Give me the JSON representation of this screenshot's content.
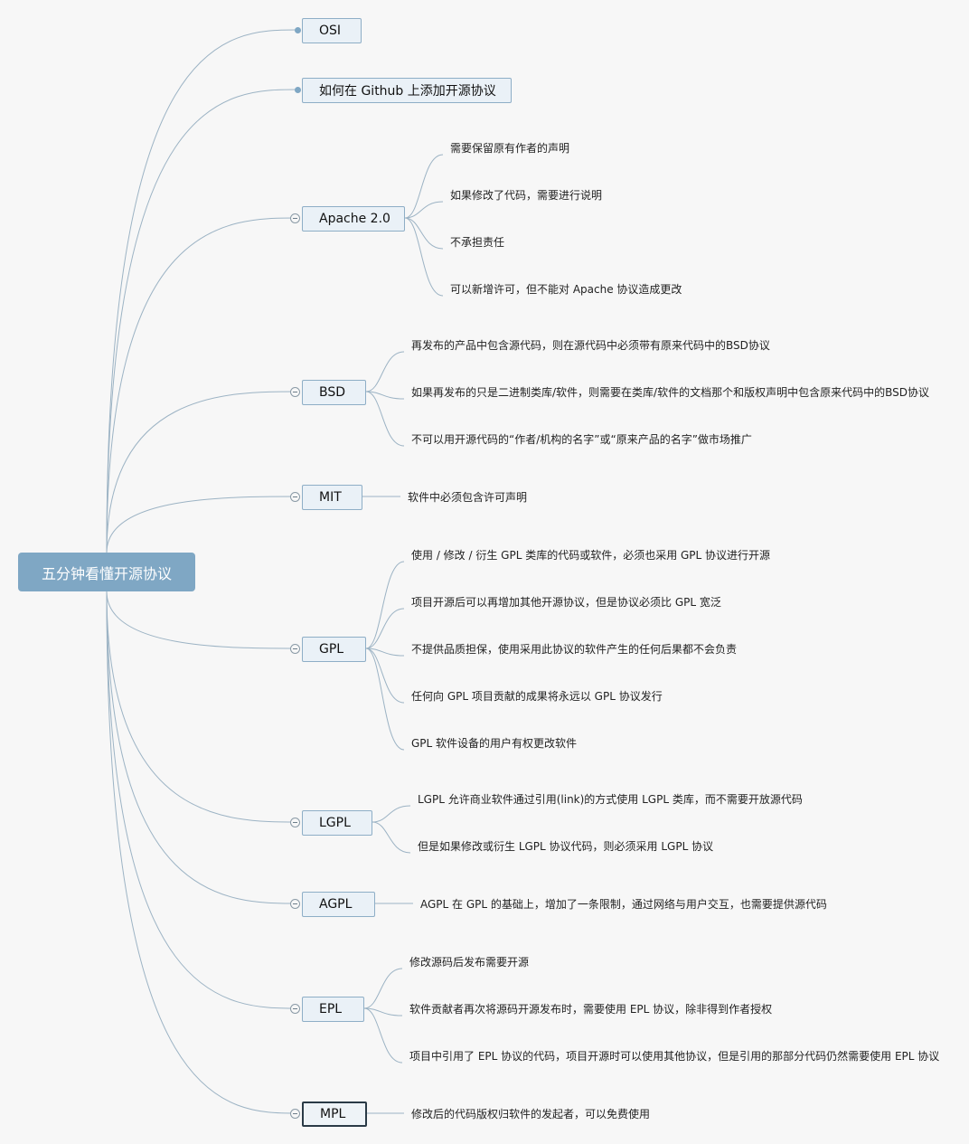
{
  "root": "五分钟看懂开源协议",
  "branches": [
    {
      "label": "OSI",
      "children": []
    },
    {
      "label": "如何在 Github 上添加开源协议",
      "children": []
    },
    {
      "label": "Apache 2.0",
      "children": [
        "需要保留原有作者的声明",
        "如果修改了代码，需要进行说明",
        "不承担责任",
        "可以新增许可，但不能对 Apache 协议造成更改"
      ]
    },
    {
      "label": "BSD",
      "children": [
        "再发布的产品中包含源代码，则在源代码中必须带有原来代码中的BSD协议",
        "如果再发布的只是二进制类库/软件，则需要在类库/软件的文档那个和版权声明中包含原来代码中的BSD协议",
        "不可以用开源代码的“作者/机构的名字”或“原来产品的名字”做市场推广"
      ]
    },
    {
      "label": "MIT",
      "children": [
        "软件中必须包含许可声明"
      ]
    },
    {
      "label": "GPL",
      "children": [
        "使用 / 修改 / 衍生 GPL 类库的代码或软件，必须也采用 GPL 协议进行开源",
        "项目开源后可以再增加其他开源协议，但是协议必须比 GPL 宽泛",
        "不提供品质担保，使用采用此协议的软件产生的任何后果都不会负责",
        "任何向 GPL 项目贡献的成果将永远以 GPL 协议发行",
        "GPL 软件设备的用户有权更改软件"
      ]
    },
    {
      "label": "LGPL",
      "children": [
        "LGPL 允许商业软件通过引用(link)的方式使用 LGPL 类库，而不需要开放源代码",
        "但是如果修改或衍生 LGPL 协议代码，则必须采用 LGPL 协议"
      ]
    },
    {
      "label": "AGPL",
      "children": [
        "AGPL 在 GPL 的基础上，增加了一条限制，通过网络与用户交互，也需要提供源代码"
      ]
    },
    {
      "label": "EPL",
      "children": [
        "修改源码后发布需要开源",
        "软件贡献者再次将源码开源发布时，需要使用 EPL 协议，除非得到作者授权",
        "项目中引用了 EPL 协议的代码，项目开源时可以使用其他协议，但是引用的那部分代码仍然需要使用 EPL 协议"
      ]
    },
    {
      "label": "MPL",
      "children": [
        "修改后的代码版权归软件的发起者，可以免费使用"
      ]
    }
  ],
  "colors": {
    "root": "#7fa7c4",
    "line": "#9cb3c4",
    "node_bg": "#eaf1f7"
  }
}
